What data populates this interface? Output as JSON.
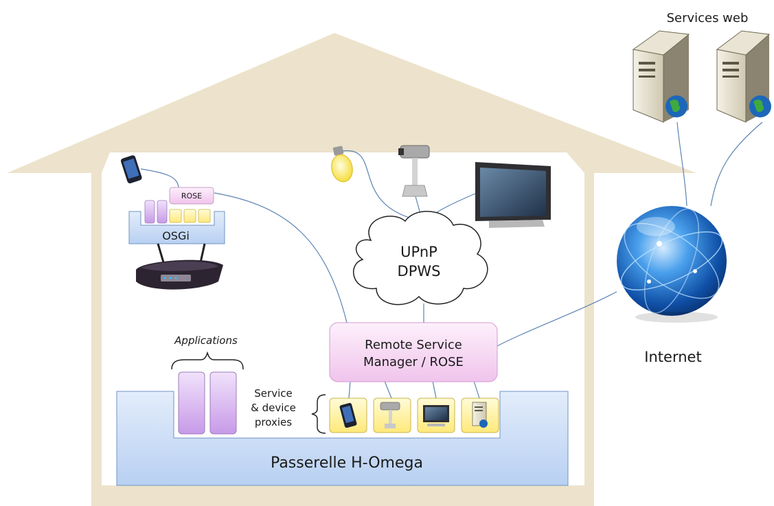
{
  "labels": {
    "services_web": "Services web",
    "internet": "Internet",
    "rose_small": "ROSE",
    "osgi": "OSGi",
    "cloud_line1": "UPnP",
    "cloud_line2": "DPWS",
    "rsm_line1": "Remote Service",
    "rsm_line2": "Manager / ROSE",
    "applications": "Applications",
    "proxies_line1": "Service",
    "proxies_line2": "& device",
    "proxies_line3": "proxies",
    "gateway": "Passerelle H-Omega"
  },
  "icons": {
    "servers": "web-server-icon",
    "globe": "internet-globe-icon",
    "phone": "smartphone-icon",
    "router": "router-icon",
    "bulb": "light-bulb-icon",
    "camera": "security-camera-icon",
    "tv": "flat-screen-tv-icon",
    "proxies": [
      "phone-proxy-icon",
      "camera-proxy-icon",
      "tv-proxy-icon",
      "server-proxy-icon"
    ]
  },
  "colors": {
    "house": "#ede3cc",
    "gateway": "#cfe0f7",
    "rose": "#f6d2f3",
    "proxy": "#fff4a8",
    "app": "#d9b6f0"
  }
}
